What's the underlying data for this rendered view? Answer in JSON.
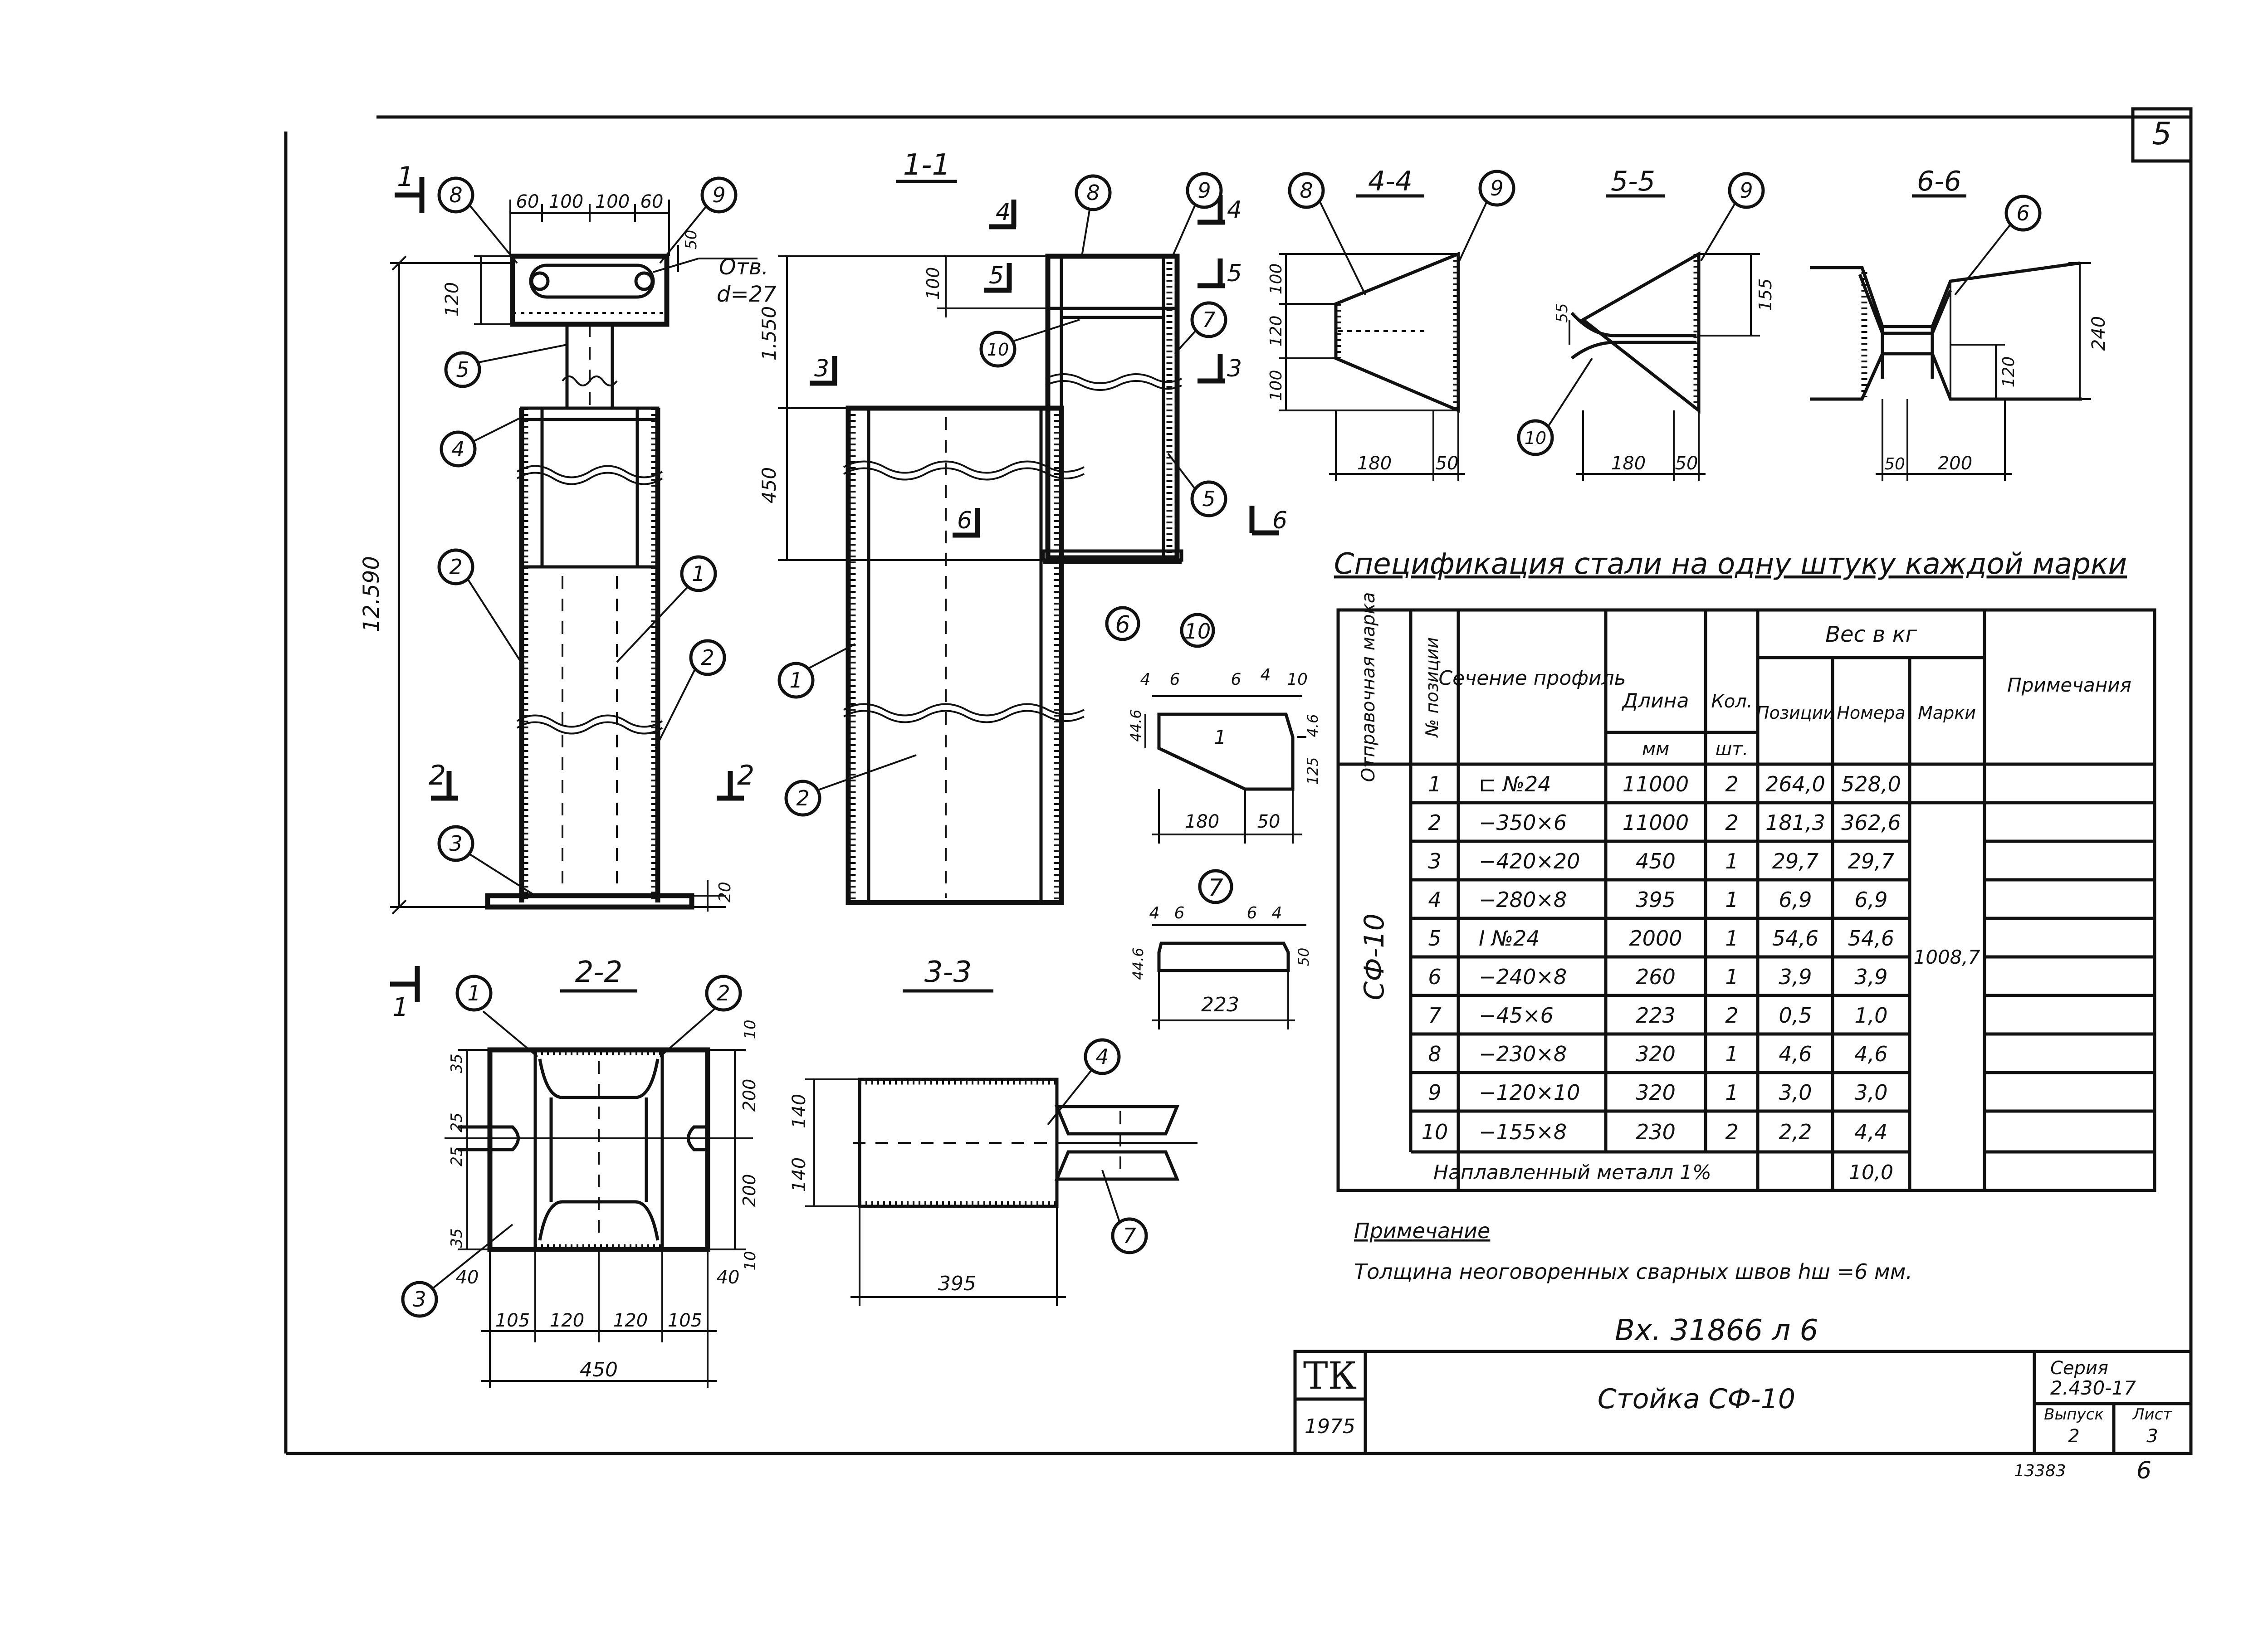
{
  "sheet": {
    "number": "5",
    "page_corner": "6",
    "archive_no": "13383",
    "inv_note": "Вх. 31866 л 6"
  },
  "title_block": {
    "org_logo": "ТК",
    "year": "1975",
    "title": "Стойка СФ-10",
    "series_label": "Серия",
    "series_value": "2.430-17",
    "issue_label": "Выпуск",
    "issue_value": "2",
    "sheet_label": "Лист",
    "sheet_value": "3"
  },
  "views": {
    "main": {
      "height": "12.590",
      "top_dims": [
        "60",
        "100",
        "100",
        "60"
      ],
      "top_height": "120",
      "hole_top": "50",
      "hole_label": "Отв.",
      "hole_dia": "d=27",
      "base_thk": "20",
      "cut1": "1",
      "cut2": "2"
    },
    "section_1_1": {
      "title": "1-1",
      "d1": "100",
      "d2": "1.550",
      "d3": "450",
      "cut3": "3",
      "cut4": "4",
      "cut5": "5",
      "cut6": "6"
    },
    "section_2_2": {
      "title": "2-2",
      "left_dims": [
        "35",
        "25",
        "25",
        "35"
      ],
      "right_dims": [
        "10",
        "200",
        "200",
        "10"
      ],
      "bottom_dims": [
        "105",
        "120",
        "120",
        "105"
      ],
      "side40": "40",
      "total": "450",
      "cut1": "1"
    },
    "section_3_3": {
      "title": "3-3",
      "d1": "140",
      "d2": "140",
      "width": "395"
    },
    "section_4_4": {
      "title": "4-4",
      "d1": "100",
      "d2": "120",
      "d3": "100",
      "w1": "180",
      "w2": "50"
    },
    "section_5_5": {
      "title": "5-5",
      "d1": "55",
      "d2": "155",
      "w1": "180",
      "w2": "50"
    },
    "section_6_6": {
      "title": "6-6",
      "d1": "120",
      "d2": "240",
      "w1": "50",
      "w2": "200"
    },
    "detail_6_10": {
      "tags": [
        "6",
        "10"
      ],
      "t1": "4",
      "t2": "6",
      "t3": "6",
      "t4": "4",
      "t5": "10",
      "h1": "44.6",
      "h2": "4.6",
      "h3": "125",
      "w1": "180",
      "w2": "50",
      "part": "1"
    },
    "detail_7": {
      "tag": "7",
      "t1": "4",
      "t2": "6",
      "t3": "6",
      "t4": "4",
      "h1": "44.6",
      "h2": "50",
      "w": "223"
    }
  },
  "spec": {
    "title": "Спецификация стали на одну штуку каждой марки",
    "headers": {
      "mark": "Отправочная марка",
      "pos": "№ позиции",
      "section": "Сечение профиль",
      "length": "Длина",
      "length_unit": "мм",
      "qty": "Кол.",
      "qty_unit": "шт.",
      "weight": "Вес в кг",
      "w_pos": "Позиции",
      "w_num": "Номера",
      "w_mark": "Марки",
      "notes": "Примечания"
    },
    "mark_value": "СФ-10",
    "mark_weight": "1008,7",
    "rows": [
      {
        "pos": "1",
        "section": "⊏ №24",
        "length": "11000",
        "qty": "2",
        "wp": "264,0",
        "wn": "528,0"
      },
      {
        "pos": "2",
        "section": "−350×6",
        "length": "11000",
        "qty": "2",
        "wp": "181,3",
        "wn": "362,6"
      },
      {
        "pos": "3",
        "section": "−420×20",
        "length": "450",
        "qty": "1",
        "wp": "29,7",
        "wn": "29,7"
      },
      {
        "pos": "4",
        "section": "−280×8",
        "length": "395",
        "qty": "1",
        "wp": "6,9",
        "wn": "6,9"
      },
      {
        "pos": "5",
        "section": "I №24",
        "length": "2000",
        "qty": "1",
        "wp": "54,6",
        "wn": "54,6"
      },
      {
        "pos": "6",
        "section": "−240×8",
        "length": "260",
        "qty": "1",
        "wp": "3,9",
        "wn": "3,9"
      },
      {
        "pos": "7",
        "section": "−45×6",
        "length": "223",
        "qty": "2",
        "wp": "0,5",
        "wn": "1,0"
      },
      {
        "pos": "8",
        "section": "−230×8",
        "length": "320",
        "qty": "1",
        "wp": "4,6",
        "wn": "4,6"
      },
      {
        "pos": "9",
        "section": "−120×10",
        "length": "320",
        "qty": "1",
        "wp": "3,0",
        "wn": "3,0"
      },
      {
        "pos": "10",
        "section": "−155×8",
        "length": "230",
        "qty": "2",
        "wp": "2,2",
        "wn": "4,4"
      }
    ],
    "weld_label": "Наплавленный металл 1%",
    "weld_value": "10,0"
  },
  "note": {
    "heading": "Примечание",
    "text": "Толщина неоговоренных сварных швов hш =6 мм."
  }
}
